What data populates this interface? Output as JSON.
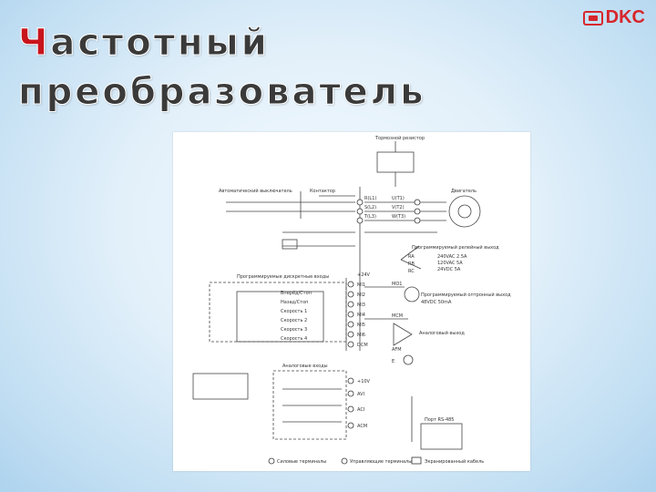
{
  "slide": {
    "title_first_letter": "Ч",
    "title_line1_rest": "астотный",
    "title_line2": "преобразователь"
  },
  "logo": {
    "text": "DKC",
    "icon": "dkc-logo-icon"
  },
  "colors": {
    "accent": "#c8141c",
    "logo_red": "#d7262c",
    "background": "#d8ebf8"
  },
  "diagram": {
    "labels": {
      "brake_unit": "Тормозной резистор",
      "breaker": "Автоматический выключатель",
      "contactor": "Контактор",
      "motor": "Двигатель",
      "prog_inputs": "Программируемые дискретные входы",
      "relay_out": "Программируемый релейный выход",
      "opto_out": "Программируемый оптронный выход",
      "analog_out": "Аналоговый выход",
      "analog_inputs": "Аналоговые входы",
      "rs485": "Порт RS-485",
      "main_circuit": "Силовые терминалы",
      "control_circuit": "Управляющие терминалы",
      "shielded": "Экранированный кабель"
    },
    "power_terminals": [
      "R(L1)",
      "S(L2)",
      "T(L3)",
      "U(T1)",
      "V(T2)",
      "W(T3)"
    ],
    "input_terminals": [
      "MI1",
      "MI2",
      "MI3",
      "MI4",
      "MI5",
      "MI6",
      "DCM"
    ],
    "input_names": [
      "Вперёд/Стоп",
      "Назад/Стоп",
      "Скорость 1",
      "Скорость 2",
      "Скорость 3",
      "Скорость 4"
    ],
    "analog_terminals": [
      "+10V",
      "AVI",
      "ACI",
      "ACM"
    ],
    "relay_terminals": [
      "RA",
      "RB",
      "RC"
    ],
    "misc_terminals": [
      "MO1",
      "MCM",
      "AFM",
      "E"
    ],
    "values": [
      "240VAC 2.5A",
      "120VAC 5A",
      "24VDC 5A",
      "+24V",
      "48VDC 50mA"
    ]
  }
}
